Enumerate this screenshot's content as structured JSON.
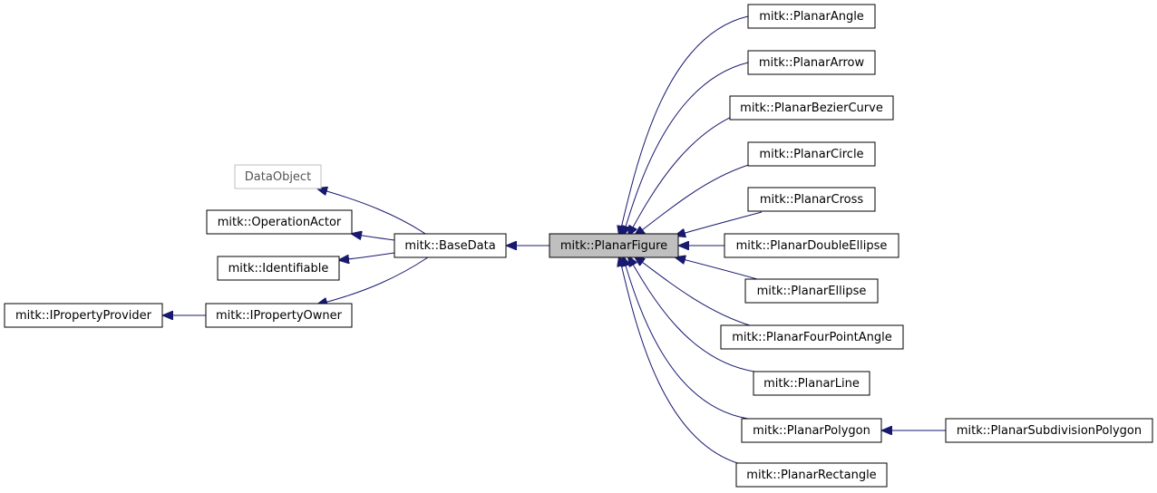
{
  "colors": {
    "edge": "#191970",
    "node_border": "#000000",
    "node_border_external": "#bfbfbf",
    "focus_fill": "#bfbfbf",
    "node_fill": "#ffffff"
  },
  "nodes": {
    "dataobject": "DataObject",
    "operationactor": "mitk::OperationActor",
    "identifiable": "mitk::Identifiable",
    "ipropertyprovider": "mitk::IPropertyProvider",
    "ipropertyowner": "mitk::IPropertyOwner",
    "basedata": "mitk::BaseData",
    "planarfigure": "mitk::PlanarFigure",
    "planarangle": "mitk::PlanarAngle",
    "planararrow": "mitk::PlanarArrow",
    "planarbeziercurve": "mitk::PlanarBezierCurve",
    "planarcircle": "mitk::PlanarCircle",
    "planarcross": "mitk::PlanarCross",
    "planardoubleellipse": "mitk::PlanarDoubleEllipse",
    "planarellipse": "mitk::PlanarEllipse",
    "planarfourpointangle": "mitk::PlanarFourPointAngle",
    "planarline": "mitk::PlanarLine",
    "planarpolygon": "mitk::PlanarPolygon",
    "planarrectangle": "mitk::PlanarRectangle",
    "planarsubdivisionpolygon": "mitk::PlanarSubdivisionPolygon"
  }
}
